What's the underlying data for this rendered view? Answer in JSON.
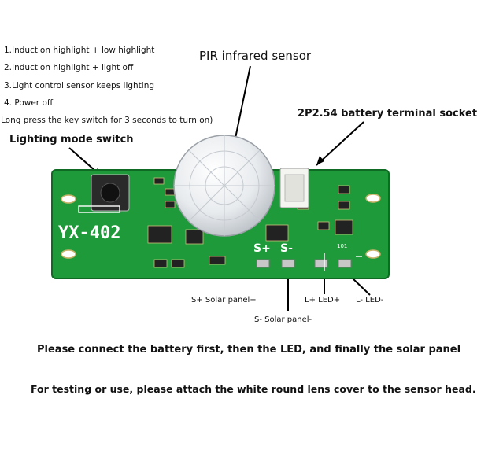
{
  "modes": [
    "1.Induction highlight + low highlight",
    "2.Induction highlight + light off",
    "3.Light control sensor keeps lighting",
    "4. Power off",
    "Long press the key switch for 3 seconds to turn on)"
  ],
  "labels": {
    "pir": "PIR infrared sensor",
    "battery_socket": "2P2.54 battery terminal socket",
    "mode_switch": "Lighting mode switch",
    "solar_plus": "S+ Solar panel+",
    "solar_minus": "S- Solar panel-",
    "led_plus": "L+ LED+",
    "led_minus": "L- LED-"
  },
  "board": {
    "model": "YX-402",
    "pad_s_plus": "S+",
    "pad_s_minus": "S-",
    "chip_code": "101",
    "color": "#1f9a3a"
  },
  "notes": [
    "Please connect the battery first, then the LED, and finally the solar panel",
    "For testing or use, please attach the white round lens cover to the sensor head."
  ]
}
